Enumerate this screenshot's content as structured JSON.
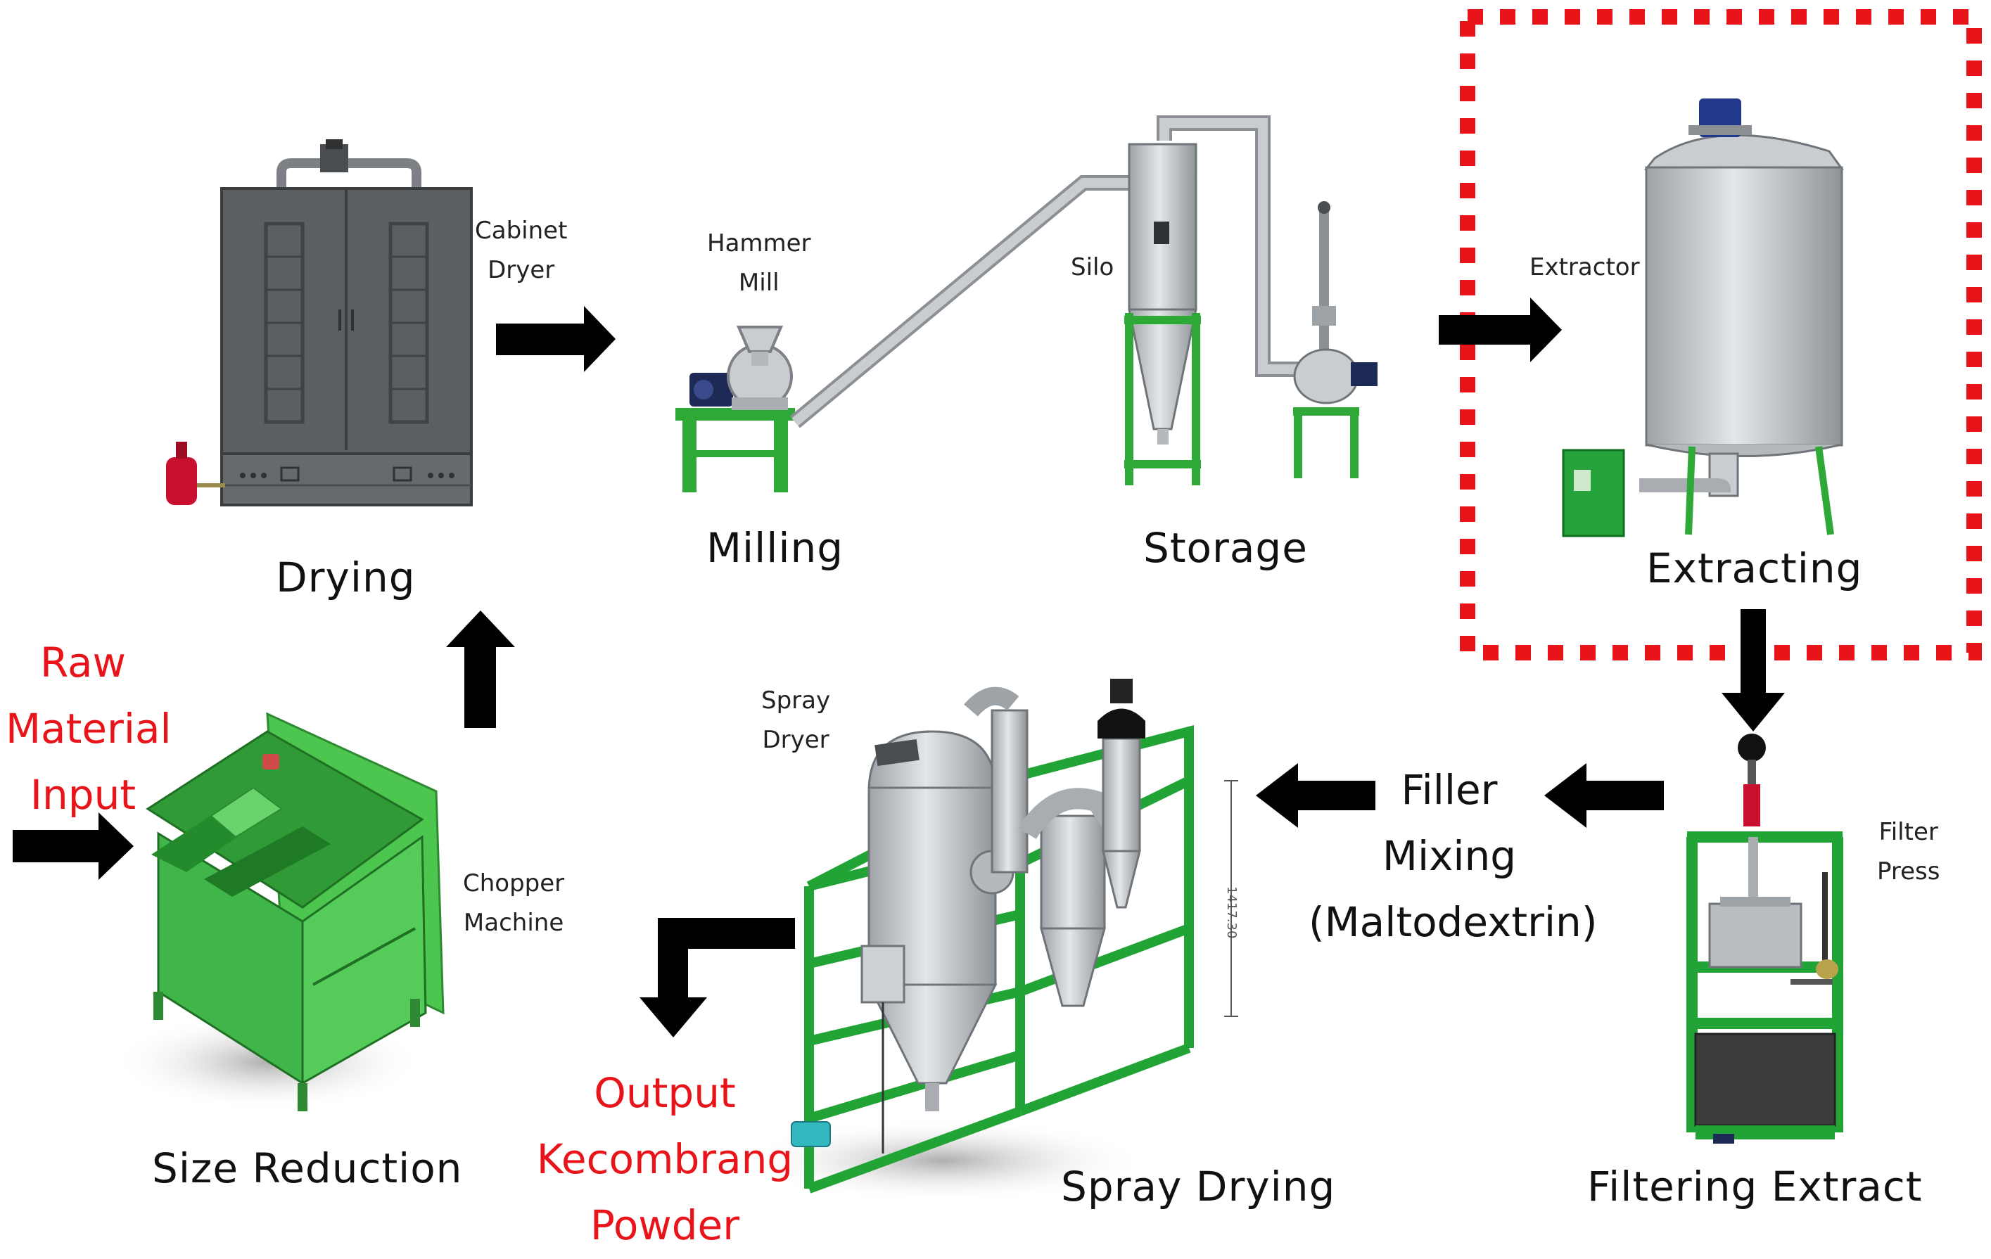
{
  "stages": {
    "drying": "Drying",
    "milling": "Milling",
    "storage": "Storage",
    "extracting": "Extracting",
    "size_reduction": "Size  Reduction",
    "spray_drying": "Spray  Drying",
    "filtering_extract": "Filtering  Extract"
  },
  "equipment": {
    "cabinet_dryer": [
      "Cabinet",
      "Dryer"
    ],
    "hammer_mill": [
      "Hammer",
      "Mill"
    ],
    "silo": "Silo",
    "extractor": "Extractor",
    "chopper_machine": [
      "Chopper",
      "Machine"
    ],
    "spray_dryer": [
      "Spray",
      "Dryer"
    ],
    "filter_press": [
      "Filter",
      "Press"
    ],
    "dimension_label": "1417.30"
  },
  "io": {
    "input": [
      "Raw",
      "Material",
      "Input"
    ],
    "output": [
      "Output",
      "Kecombrang",
      "Powder"
    ]
  },
  "filler_mixing": [
    "Filler",
    "Mixing",
    "(Maltodextrin)"
  ],
  "colors": {
    "highlight": "#e8141a",
    "frame_green": "#1f9a2e",
    "machine_grey": "#c5c8cc",
    "dryer_grey": "#5c5f62",
    "arrow": "#000000"
  }
}
